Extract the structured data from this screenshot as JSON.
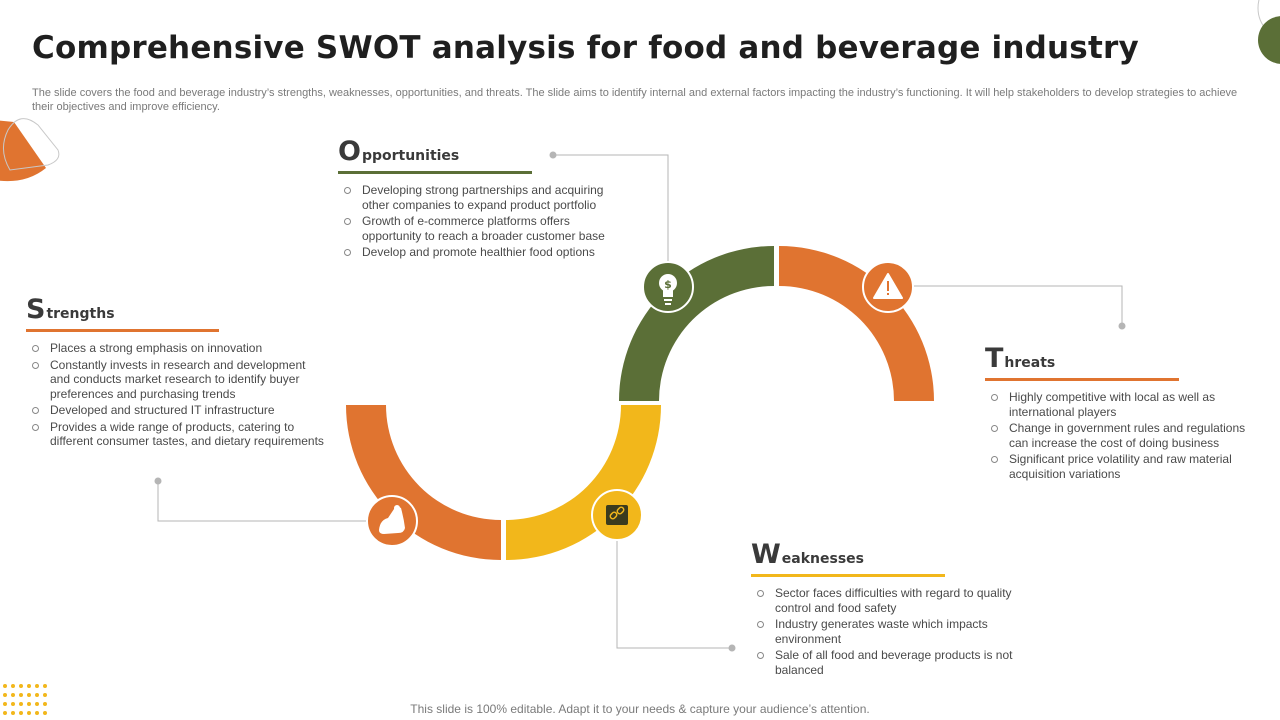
{
  "slide": {
    "title": "Comprehensive SWOT analysis for food and beverage industry",
    "subtitle": "The slide covers the food and beverage industry’s strengths, weaknesses, opportunities, and threats. The slide aims to identify internal and external factors impacting the industry’s functioning. It will help stakeholders to develop strategies to achieve their objectives and improve efficiency.",
    "footer": "This slide is 100% editable. Adapt it to your needs & capture your audience’s attention."
  },
  "colors": {
    "orange": "#e07430",
    "green": "#5b6f37",
    "yellow": "#f2b71b",
    "dark_icon": "#3b3b1e",
    "connector": "#b5b5b5"
  },
  "icons": {
    "strengths": "flexed-arm-icon",
    "opportunities": "lightbulb-dollar-icon",
    "weaknesses": "broken-chain-icon",
    "threats": "warning-triangle-icon"
  },
  "strengths": {
    "initial": "S",
    "rest": "trengths",
    "points": [
      "Places a strong emphasis on innovation",
      "Constantly invests in research and development and conducts market research to identify buyer preferences and purchasing trends",
      "Developed and structured IT infrastructure",
      "Provides a wide range of products, catering to different consumer tastes, and dietary requirements"
    ]
  },
  "opportunities": {
    "initial": "O",
    "rest": "pportunities",
    "points": [
      "Developing strong partnerships and acquiring other companies to expand product portfolio",
      "Growth of e-commerce platforms offers opportunity to reach a broader customer base",
      "Develop and promote healthier food options"
    ]
  },
  "threats": {
    "initial": "T",
    "rest": "hreats",
    "points": [
      "Highly competitive with local as well as international players",
      "Change in government rules and regulations can increase the cost of doing business",
      "Significant price volatility and raw material acquisition variations"
    ]
  },
  "weaknesses": {
    "initial": "W",
    "rest": "eaknesses",
    "points": [
      "Sector faces difficulties with regard to quality control and food safety",
      "Industry generates waste which impacts environment",
      "Sale of all food and beverage products is not balanced"
    ]
  }
}
